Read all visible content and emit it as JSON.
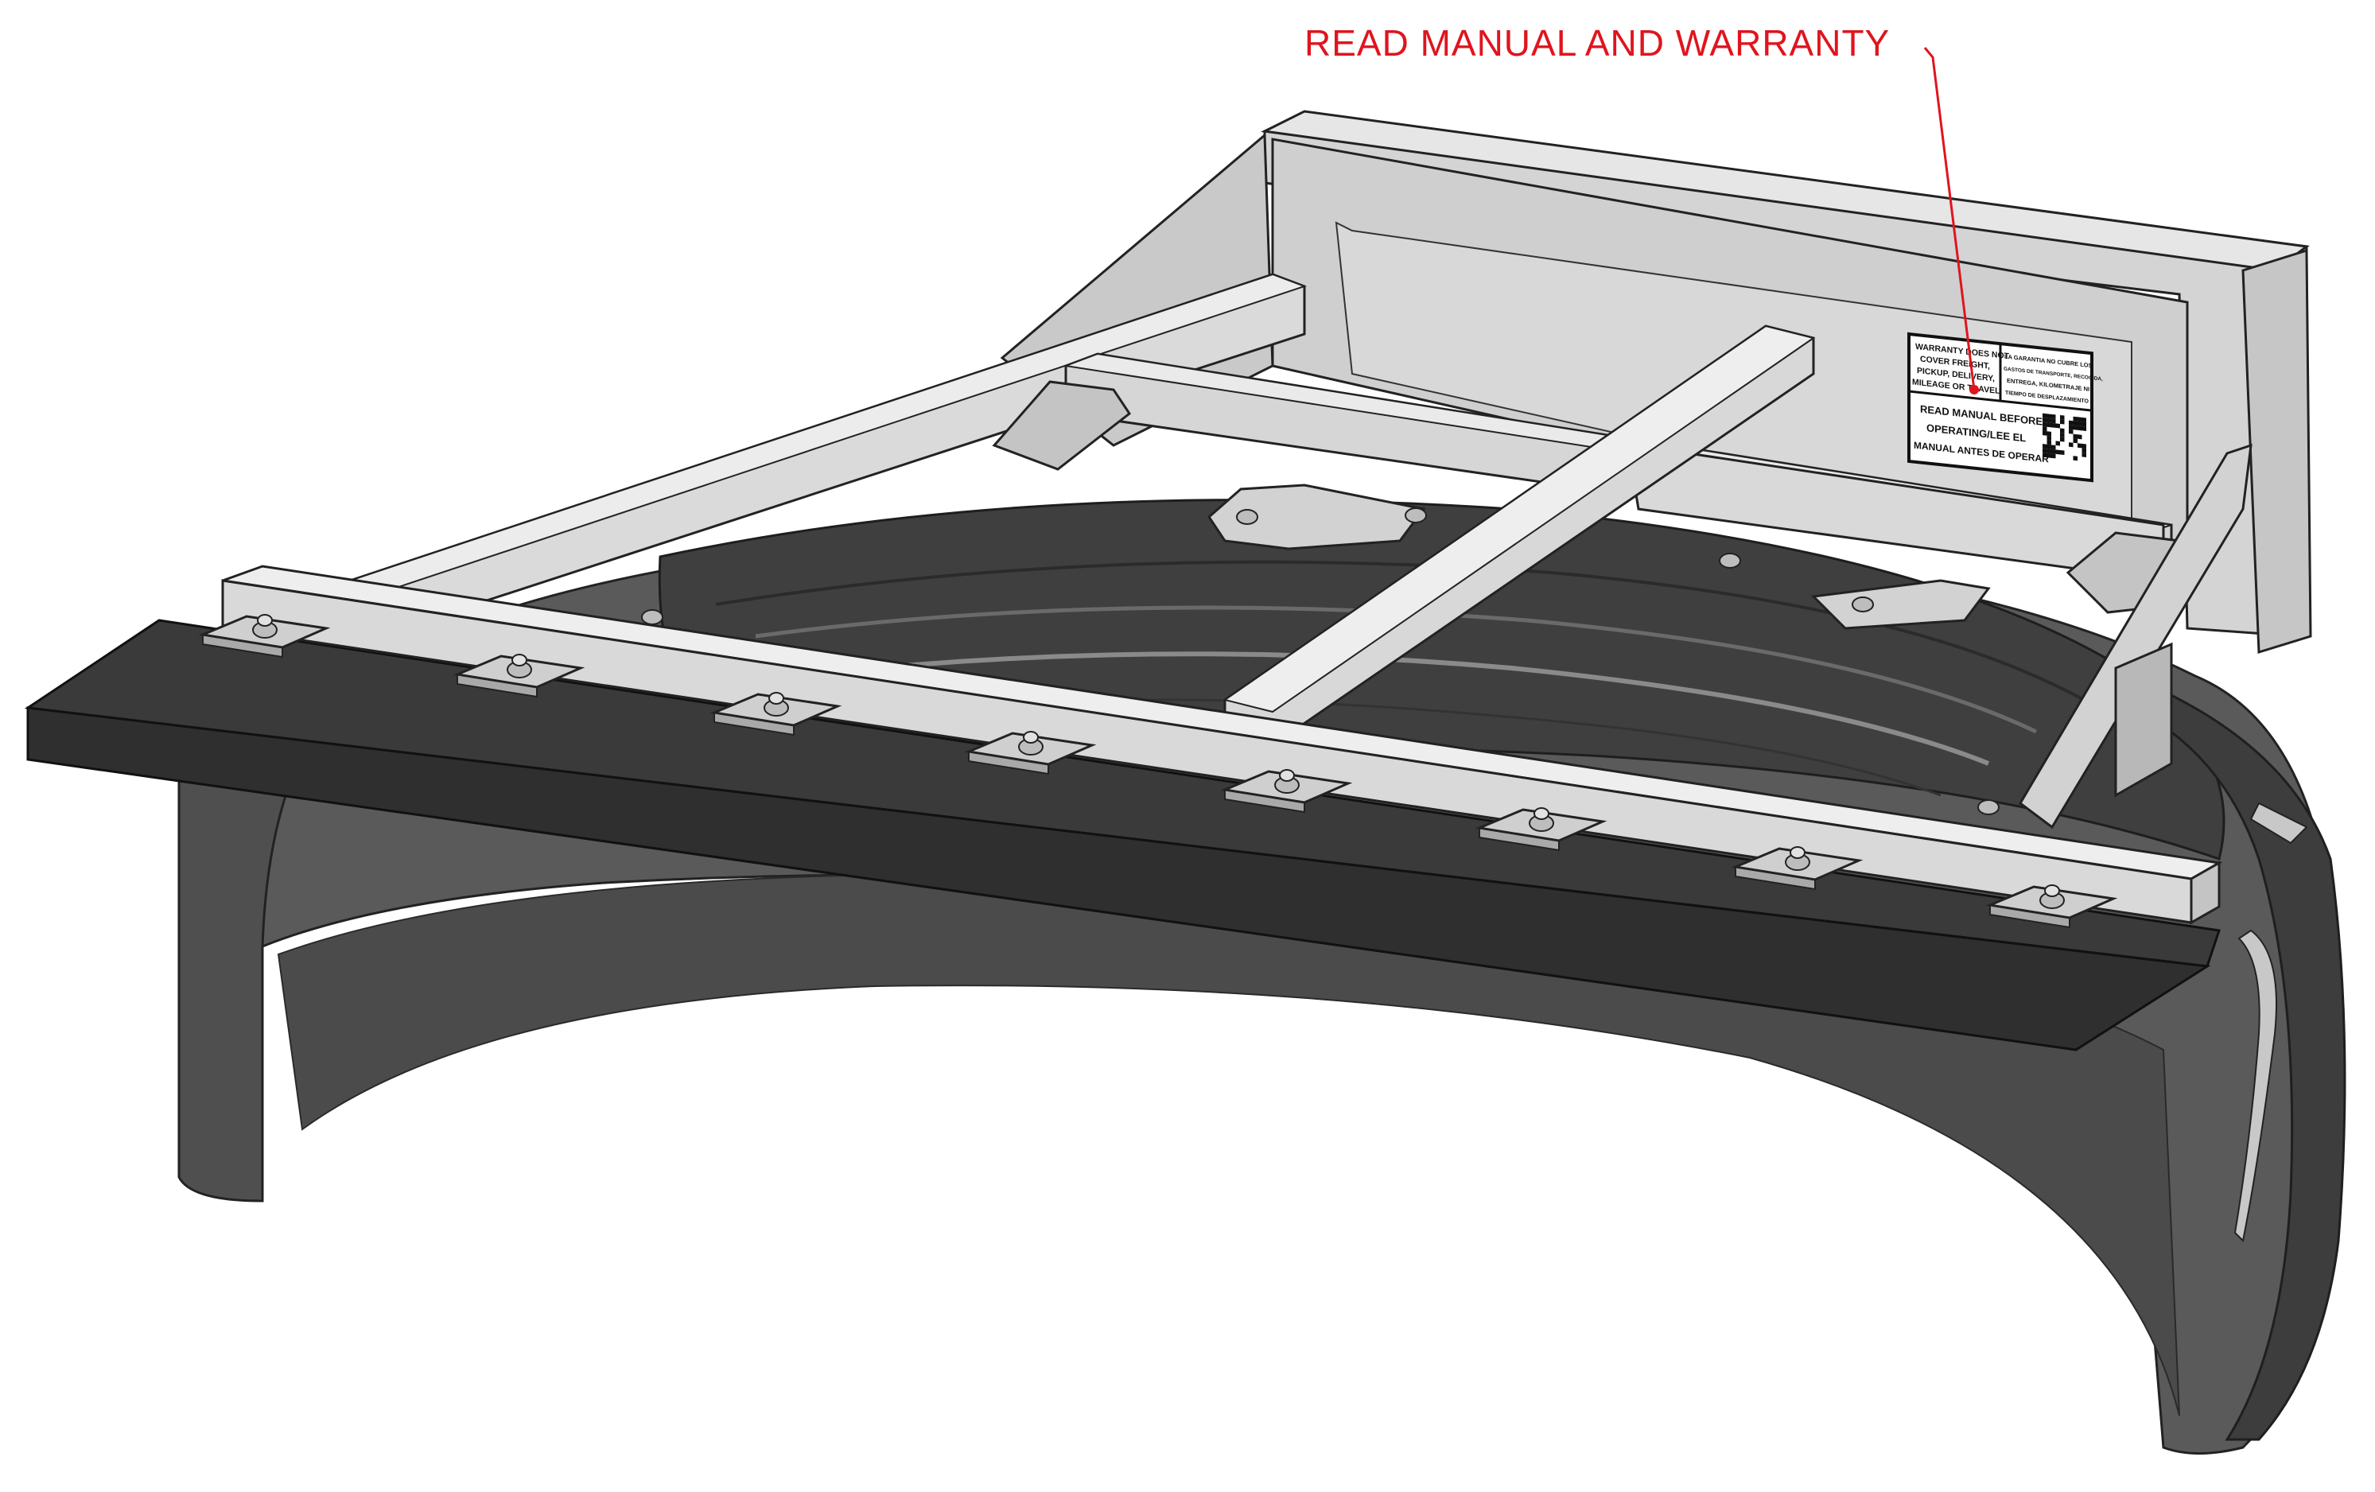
{
  "callout": {
    "label": "READ MANUAL AND WARRANTY",
    "color": "#e0141e"
  },
  "decal": {
    "warranty_en": [
      "WARRANTY DOES NOT",
      "COVER FREIGHT,",
      "PICKUP, DELIVERY,",
      "MILEAGE OR TRAVEL"
    ],
    "warranty_es": [
      "LA GARANTIA NO CUBRE LOS",
      "GASTOS DE TRANSPORTE, RECOGIDA,",
      "ENTREGA, KILOMETRAJE NI",
      "TIEMPO DE DESPLAZAMIENTO"
    ],
    "manual": [
      "READ MANUAL BEFORE",
      "OPERATING/LEE EL",
      "MANUAL ANTES DE OPERAR"
    ]
  },
  "colors": {
    "tire": "#4a4a4a",
    "tire_dark": "#3a3a3a",
    "rubber_edge": "#3c3c3c",
    "steel": "#d9d9d9",
    "steel_light": "#ececec",
    "steel_shadow": "#b8b8b8",
    "outline": "#222222"
  }
}
